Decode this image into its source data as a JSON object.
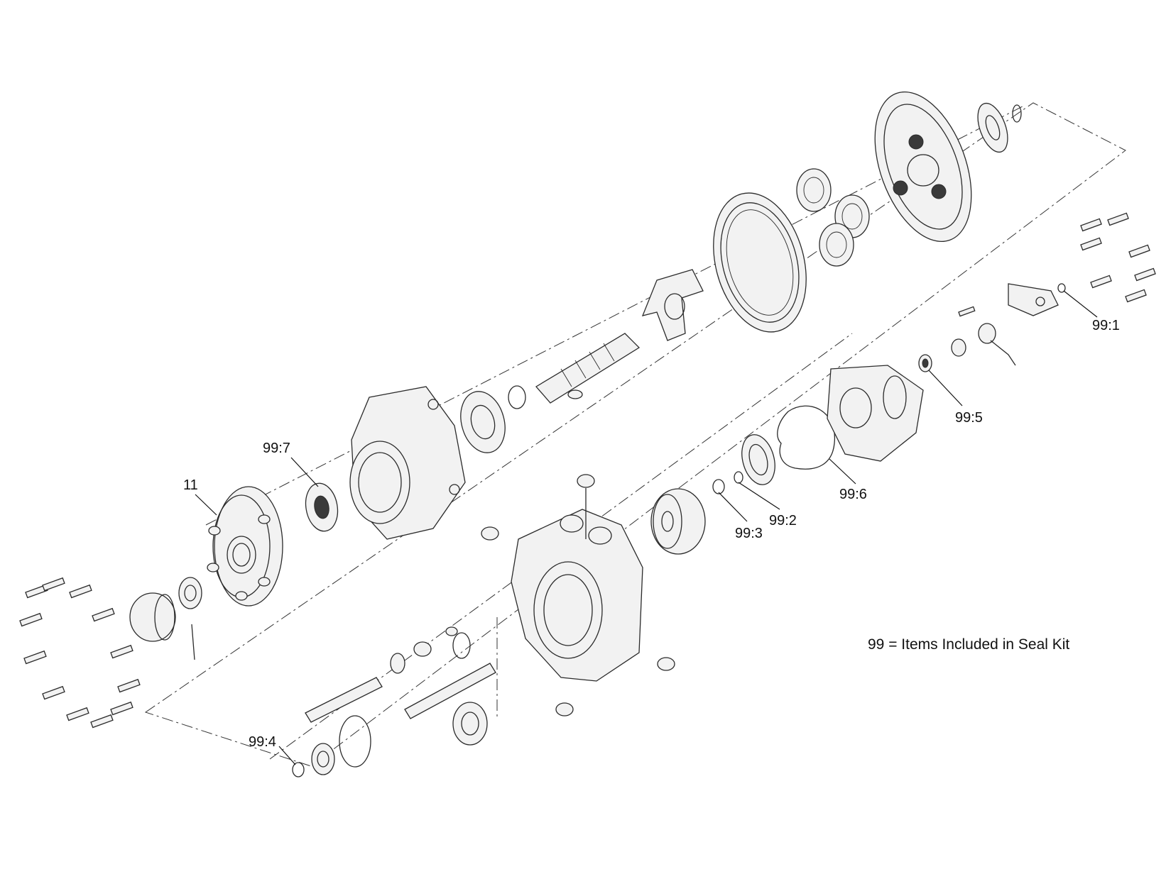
{
  "callouts": [
    {
      "id": "item-11",
      "text": "11"
    },
    {
      "id": "item-99-7",
      "text": "99:7"
    },
    {
      "id": "item-99-6",
      "text": "99:6"
    },
    {
      "id": "item-99-5",
      "text": "99:5"
    },
    {
      "id": "item-99-4",
      "text": "99:4"
    },
    {
      "id": "item-99-3",
      "text": "99:3"
    },
    {
      "id": "item-99-2",
      "text": "99:2"
    },
    {
      "id": "item-99-1",
      "text": "99:1"
    }
  ],
  "note": "99 = Items Included in Seal Kit"
}
